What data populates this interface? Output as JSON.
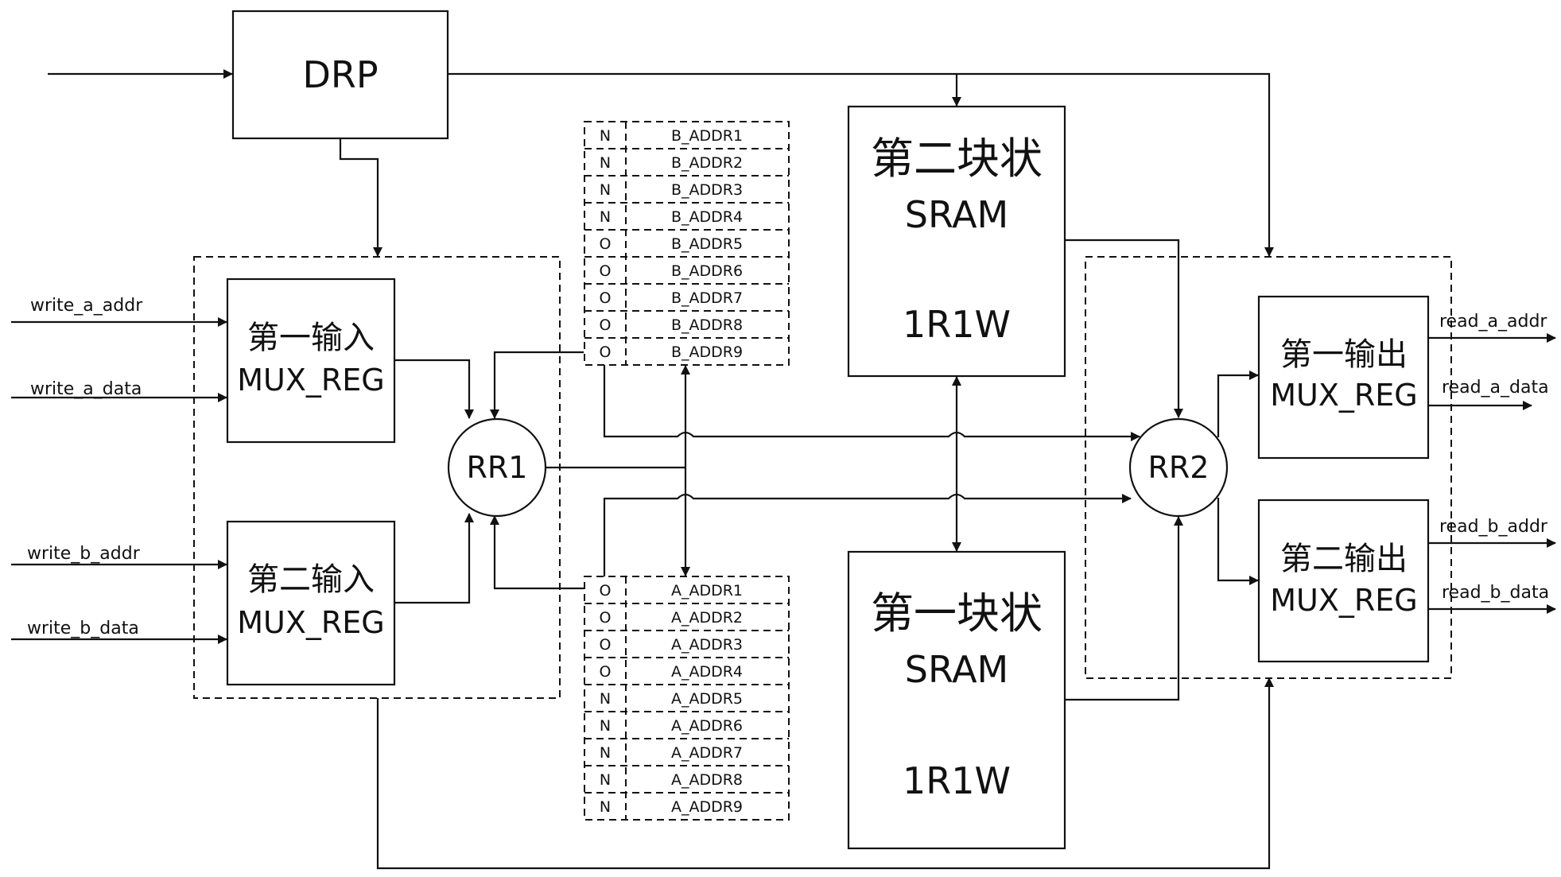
{
  "drp": {
    "label": "DRP"
  },
  "input_group": {
    "mux1": {
      "line1": "第一输入",
      "line2": "MUX_REG"
    },
    "mux2": {
      "line1": "第二输入",
      "line2": "MUX_REG"
    }
  },
  "rr1": {
    "label": "RR1"
  },
  "rr2": {
    "label": "RR2"
  },
  "inputs": {
    "write_a_addr": "write_a_addr",
    "write_a_data": "write_a_data",
    "write_b_addr": "write_b_addr",
    "write_b_data": "write_b_data"
  },
  "outputs": {
    "read_a_addr": "read_a_addr",
    "read_a_data": "read_a_data",
    "read_b_addr": "read_b_addr",
    "read_b_data": "read_b_data"
  },
  "output_group": {
    "mux1": {
      "line1": "第一输出",
      "line2": "MUX_REG"
    },
    "mux2": {
      "line1": "第二输出",
      "line2": "MUX_REG"
    }
  },
  "sram2": {
    "line1": "第二块状",
    "line2": "SRAM",
    "line3": "1R1W"
  },
  "sram1": {
    "line1": "第一块状",
    "line2": "SRAM",
    "line3": "1R1W"
  },
  "table_b": [
    {
      "flag": "N",
      "addr": "B_ADDR1"
    },
    {
      "flag": "N",
      "addr": "B_ADDR2"
    },
    {
      "flag": "N",
      "addr": "B_ADDR3"
    },
    {
      "flag": "N",
      "addr": "B_ADDR4"
    },
    {
      "flag": "O",
      "addr": "B_ADDR5"
    },
    {
      "flag": "O",
      "addr": "B_ADDR6"
    },
    {
      "flag": "O",
      "addr": "B_ADDR7"
    },
    {
      "flag": "O",
      "addr": "B_ADDR8"
    },
    {
      "flag": "O",
      "addr": "B_ADDR9"
    }
  ],
  "table_a": [
    {
      "flag": "O",
      "addr": "A_ADDR1"
    },
    {
      "flag": "O",
      "addr": "A_ADDR2"
    },
    {
      "flag": "O",
      "addr": "A_ADDR3"
    },
    {
      "flag": "O",
      "addr": "A_ADDR4"
    },
    {
      "flag": "N",
      "addr": "A_ADDR5"
    },
    {
      "flag": "N",
      "addr": "A_ADDR6"
    },
    {
      "flag": "N",
      "addr": "A_ADDR7"
    },
    {
      "flag": "N",
      "addr": "A_ADDR8"
    },
    {
      "flag": "N",
      "addr": "A_ADDR9"
    }
  ]
}
